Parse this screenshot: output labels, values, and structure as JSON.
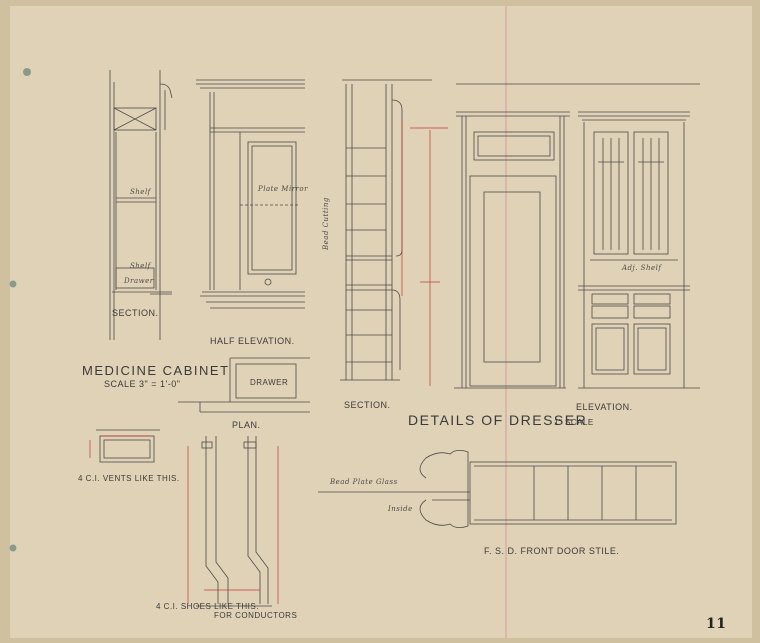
{
  "sheet": {
    "page_number": "11",
    "labels": {
      "medicine_section": "SECTION.",
      "half_elevation": "HALF ELEVATION.",
      "medicine_title": "MEDICINE CABINET",
      "medicine_scale": "SCALE 3\" = 1'-0\"",
      "drawer": "DRAWER",
      "plan": "PLAN.",
      "dresser_section": "SECTION.",
      "dresser_title": "DETAILS OF DRESSER",
      "dresser_scale": "1\" SCALE",
      "elevation": "ELEVATION.",
      "vents": "4 C.I. VENTS LIKE THIS.",
      "shoes": "4 C.I. SHOES LIKE THIS.",
      "conductors": "FOR CONDUCTORS",
      "door_stile": "F. S. D. FRONT DOOR STILE."
    },
    "notes": {
      "shelf": "Shelf",
      "shelf2": "Shelf",
      "drawer_note": "Drawer",
      "plate_mirror": "Plate Mirror",
      "bead_cutting": "Bead Cutting",
      "adj_shelf": "Adj. Shelf",
      "bead_plate_glass": "Bead Plate Glass",
      "inside": "Inside"
    },
    "colors": {
      "paper": "#e3d8bf",
      "ink": "#4a4a4a",
      "dimension_red": "#c03a3a",
      "margin_pink": "#d88aa0"
    }
  }
}
